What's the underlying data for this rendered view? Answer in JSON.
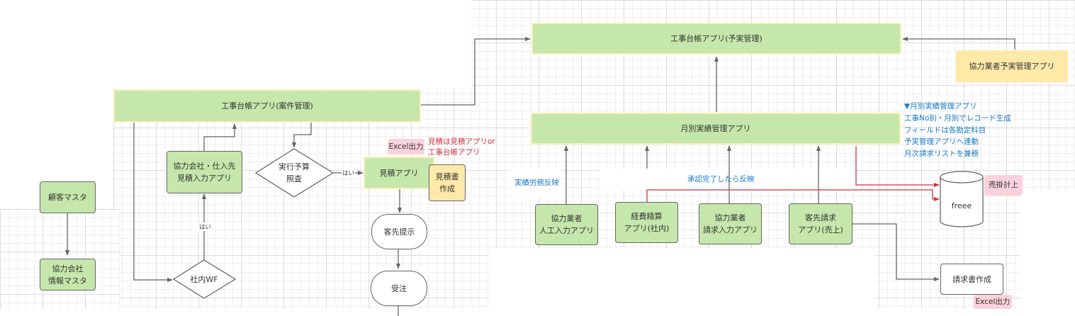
{
  "left_flow": {
    "case_ledger_app": "工事台帳アプリ(案件管理)",
    "partner_quote_app": "協力会社・仕入先\n見積入力アプリ",
    "budget_check_decision": "実行予算\n照査",
    "quote_app": "見積アプリ",
    "quote_doc": "見積書\n作成",
    "excel_output_tag": "Excel出力",
    "quote_note_lines": [
      "見積は見積アプリor",
      "工事台帳アプリ"
    ],
    "customer_presentation": "客先提示",
    "order_received": "受注",
    "customer_master": "顧客マスタ",
    "partner_master": "協力会社\n情報マスタ",
    "internal_wf_decision": "社内WF",
    "yes_label_1": "はい",
    "yes_label_2": "はい"
  },
  "right_flow": {
    "budget_actual_app": "工事台帳アプリ(予実管理)",
    "partner_budget_app": "協力業者予実管理アプリ",
    "monthly_actual_app": "月別実績管理アプリ",
    "monthly_notes": [
      "▼月別実績管理アプリ",
      "工事No別・月別でレコード生成",
      "フィールドは各勘定科目",
      "予実管理アプリへ連動",
      "月次請求リストを兼務"
    ],
    "labor_reflect_label": "実績労務反映",
    "approval_reflect_label": "承認完了したら反映",
    "partner_labor_app": "協力業者\n人工入力アプリ",
    "expense_app": "経費精算\nアプリ(社内)",
    "partner_invoice_app": "協力業者\n請求入力アプリ",
    "customer_billing_app": "客先請求\nアプリ(売上)",
    "freee_db": "freee",
    "sales_posting_tag": "売掛計上",
    "invoice_creation": "請求書作成",
    "excel_output_tag": "Excel出力"
  },
  "colors": {
    "app_green": "#c5e7ab",
    "highlight_yellow": "#ffe9a8",
    "tag_pink": "#f9d2dc",
    "note_blue": "#1a7bc4",
    "note_red": "#d0323c",
    "connector_gray": "#666666",
    "connector_red": "#d0323c"
  }
}
